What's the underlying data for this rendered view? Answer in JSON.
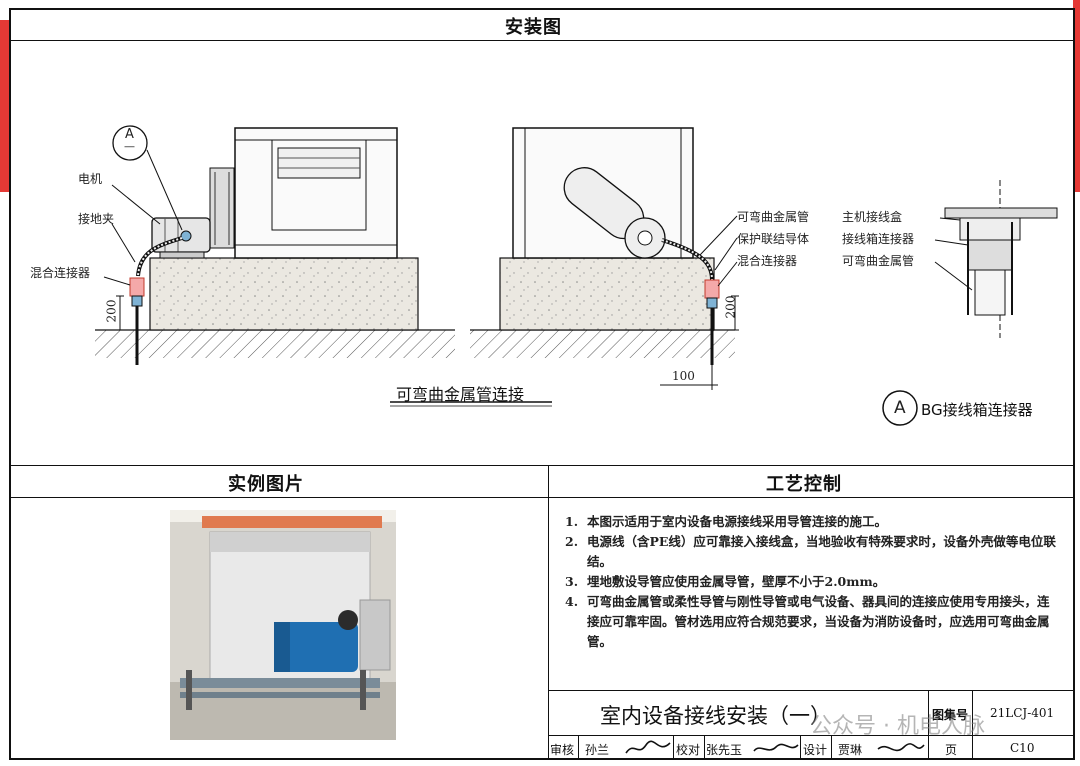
{
  "titles": {
    "install": "安装图",
    "photo": "实例图片",
    "process": "工艺控制"
  },
  "left_view": {
    "callout_letter": "A",
    "callout_sub": "—",
    "labels": [
      "电机",
      "接地夹",
      "混合连接器"
    ],
    "dim": "200"
  },
  "right_view": {
    "labels_left": [
      "可弯曲金属管",
      "保护联结导体",
      "混合连接器"
    ],
    "dim_v": "200",
    "dim_h": "100"
  },
  "detail_a": {
    "labels": [
      "主机接线盒",
      "接线箱连接器",
      "可弯曲金属管"
    ],
    "letter": "A",
    "caption": "BG接线箱连接器"
  },
  "caption_main": "可弯曲金属管连接",
  "notes": [
    {
      "n": "1.",
      "text": "本图示适用于室内设备电源接线采用导管连接的施工。"
    },
    {
      "n": "2.",
      "text": "电源线（含PE线）应可靠接入接线盒，当地验收有特殊要求时，设备外壳做等电位联结。"
    },
    {
      "n": "3.",
      "text": "埋地敷设导管应使用金属导管，壁厚不小于2.0mm。"
    },
    {
      "n": "4.",
      "text": "可弯曲金属管或柔性导管与刚性导管或电气设备、器具间的连接应使用专用接头，连接应可靠牢固。管材选用应符合规范要求，当设备为消防设备时，应选用可弯曲金属管。"
    }
  ],
  "title_block": {
    "name": "室内设备接线安装（一）",
    "atlas_label": "图集号",
    "atlas_no": "21LCJ-401",
    "review_label": "审核",
    "review_name": "孙兰",
    "check_label": "校对",
    "check_name": "张先玉",
    "design_label": "设计",
    "design_name": "贾琳",
    "page_label": "页",
    "page_no": "C10"
  },
  "watermark": "公众号 · 机电人脉",
  "colors": {
    "accent_red": "#e53935",
    "line": "#111111",
    "concrete": "#e9e6df"
  }
}
